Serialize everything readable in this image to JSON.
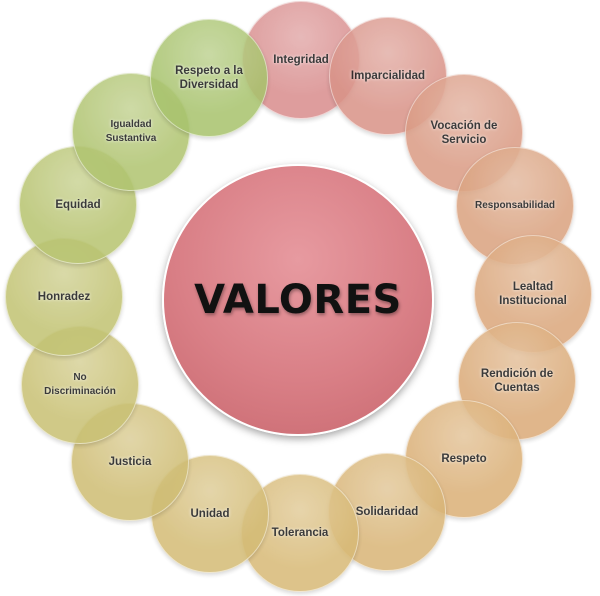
{
  "center": {
    "label": "VALORES",
    "color": "#d97f86"
  },
  "values": [
    {
      "label": "Integridad",
      "color": "#d98e8e"
    },
    {
      "label": "Imparcialidad",
      "color": "#d99388"
    },
    {
      "label": "Vocación de\nServicio",
      "color": "#da9b84"
    },
    {
      "label": "Responsabilidad",
      "color": "#daa27f"
    },
    {
      "label": "Lealtad\nInstitucional",
      "color": "#dba77c"
    },
    {
      "label": "Rendición de\nCuentas",
      "color": "#dbab79"
    },
    {
      "label": "Respeto",
      "color": "#dbb077"
    },
    {
      "label": "Solidaridad",
      "color": "#d9b577"
    },
    {
      "label": "Tolerancia",
      "color": "#d8ba77"
    },
    {
      "label": "Unidad",
      "color": "#d4bc76"
    },
    {
      "label": "Justicia",
      "color": "#cfbd74"
    },
    {
      "label": "No\nDiscriminación",
      "color": "#c9c174"
    },
    {
      "label": "Honradez",
      "color": "#c2c373"
    },
    {
      "label": "Equidad",
      "color": "#b8c471"
    },
    {
      "label": "Igualdad\nSustantiva",
      "color": "#b0c470"
    },
    {
      "label": "Respeto a la\nDiversidad",
      "color": "#a8c36d"
    }
  ]
}
